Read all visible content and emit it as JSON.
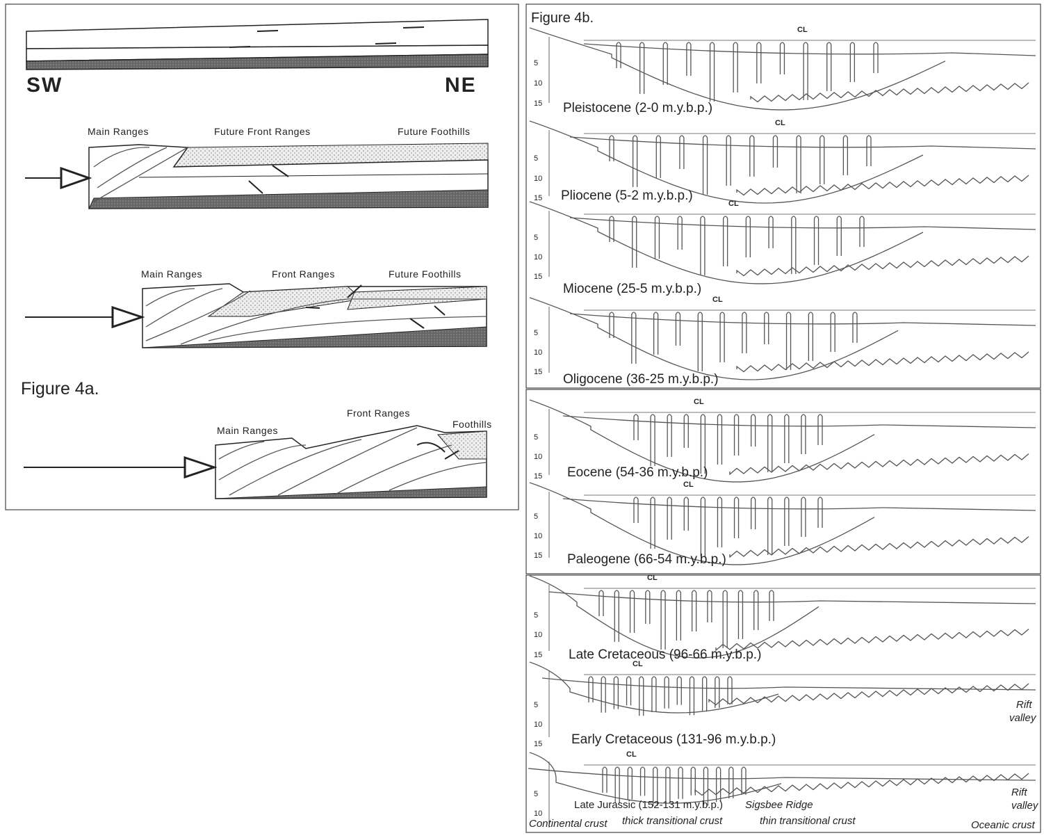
{
  "figure_4a": {
    "title": "Figure 4a.",
    "stage1": {
      "sw": "SW",
      "ne": "NE"
    },
    "stage2": {
      "labels": [
        "Main Ranges",
        "Future Front Ranges",
        "Future Foothills"
      ]
    },
    "stage3": {
      "labels": [
        "Main Ranges",
        "Front Ranges",
        "Future Foothills"
      ]
    },
    "stage4": {
      "labels": [
        "Main Ranges",
        "Front Ranges",
        "Foothills"
      ]
    }
  },
  "figure_4b": {
    "title": "Figure 4b.",
    "cl_label": "CL",
    "sections": [
      {
        "age": "Pleistocene (2-0 m.y.b.p.)",
        "depths": [
          "5",
          "10",
          "15"
        ]
      },
      {
        "age": "Pliocene (5-2 m.y.b.p.)",
        "depths": [
          "5",
          "10",
          "15"
        ]
      },
      {
        "age": "Miocene (25-5 m.y.b.p.)",
        "depths": [
          "5",
          "10",
          "15"
        ]
      },
      {
        "age": "Oligocene (36-25 m.y.b.p.)",
        "depths": [
          "5",
          "10",
          "15"
        ]
      },
      {
        "age": "Eocene (54-36 m.y.b.p.)",
        "depths": [
          "5",
          "10",
          "15"
        ]
      },
      {
        "age": "Paleogene (66-54 m.y.b.p.)",
        "depths": [
          "5",
          "10",
          "15"
        ]
      },
      {
        "age": "Late Cretaceous (96-66 m.y.b.p.)",
        "depths": [
          "5",
          "10",
          "15"
        ]
      },
      {
        "age": "Early Cretaceous (131-96 m.y.b.p.)",
        "depths": [
          "5",
          "10",
          "15"
        ],
        "notes": [
          "Rift",
          "valley"
        ]
      },
      {
        "age": "Late Jurassic (152-131 m.y.b.p.)",
        "depths": [
          "5",
          "10"
        ],
        "notes": [
          "Rift",
          "valley"
        ]
      }
    ],
    "annotations": {
      "sigsbee": "Sigsbee Ridge",
      "continental": "Continental crust",
      "thick": "thick transitional crust",
      "thin": "thin transitional crust",
      "oceanic": "Oceanic crust"
    }
  }
}
